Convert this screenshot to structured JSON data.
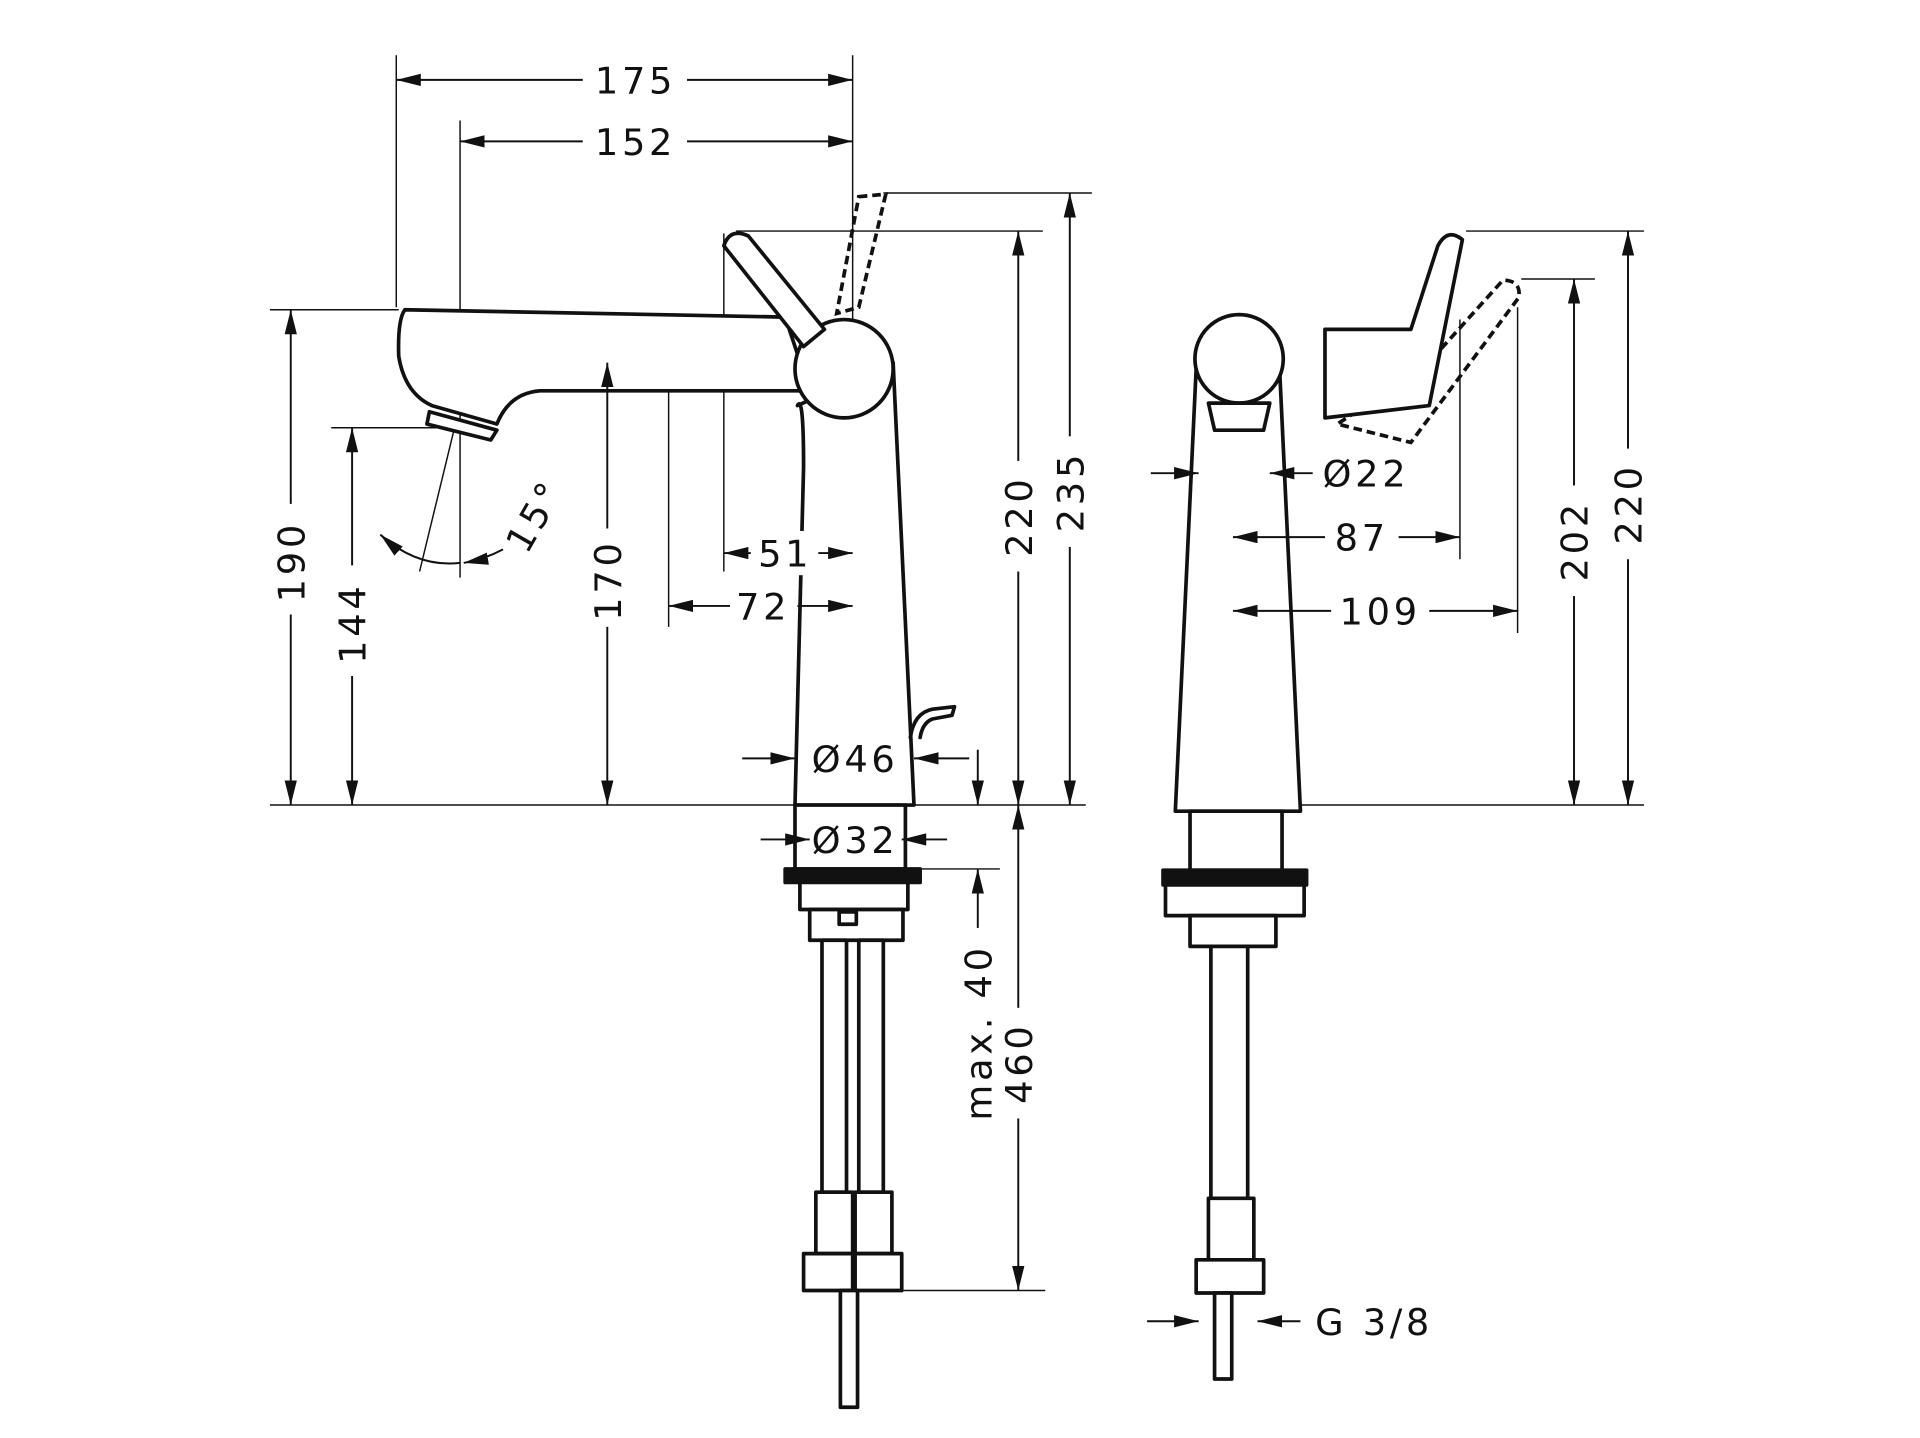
{
  "drawing": {
    "front_view": {
      "dims": {
        "overall_reach": "175",
        "spout_reach": "152",
        "height_190": "190",
        "outlet_height": "144",
        "angle": "15°",
        "height_170": "170",
        "dim_51": "51",
        "dim_72": "72",
        "height_220": "220",
        "height_235": "235",
        "body_diameter": "Ø46",
        "shank_diameter": "Ø32",
        "max_thickness": "max. 40",
        "hose_length": "460"
      }
    },
    "side_view": {
      "dims": {
        "outlet_diameter": "Ø22",
        "dim_87": "87",
        "dim_109": "109",
        "height_202": "202",
        "height_220": "220",
        "connection": "G 3/8"
      }
    }
  }
}
